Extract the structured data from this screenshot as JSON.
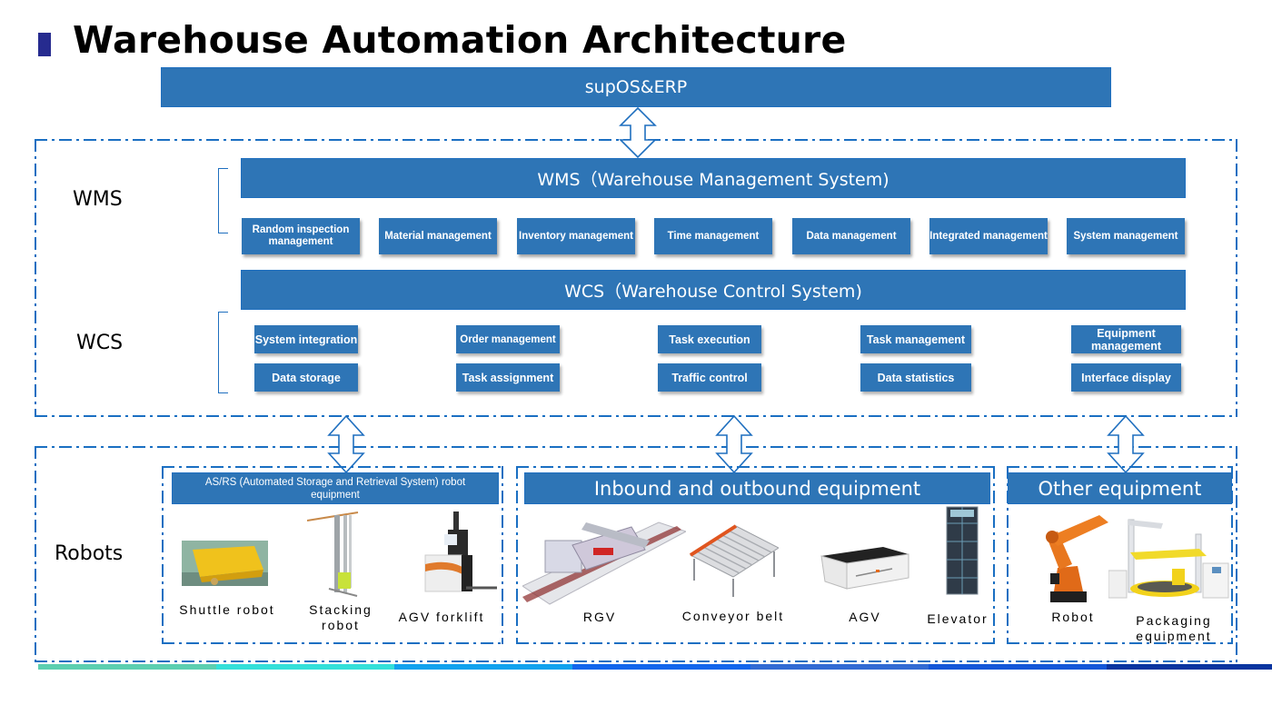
{
  "title": "Warehouse Automation Architecture",
  "top_bar": "supOS&ERP",
  "wms": {
    "side_label": "WMS",
    "bar": "WMS（Warehouse Management System)",
    "modules": [
      "Random inspection management",
      "Material management",
      "Inventory management",
      "Time management",
      "Data management",
      "Integrated management",
      "System management"
    ]
  },
  "wcs": {
    "side_label": "WCS",
    "bar": "WCS（Warehouse Control System)",
    "columns": [
      {
        "top": "System integration",
        "bottom": "Data storage"
      },
      {
        "top": "Order management",
        "bottom": "Task assignment"
      },
      {
        "top": "Task execution",
        "bottom": "Traffic control"
      },
      {
        "top": "Task management",
        "bottom": "Data statistics"
      },
      {
        "top": "Equipment management",
        "bottom": "Interface display"
      }
    ]
  },
  "robots": {
    "side_label": "Robots",
    "groups": [
      {
        "header": "AS/RS (Automated Storage and Retrieval System) robot equipment",
        "items": [
          "Shuttle robot",
          "Stacking robot",
          "AGV forklift"
        ]
      },
      {
        "header": "Inbound and outbound equipment",
        "items": [
          "RGV",
          "Conveyor belt",
          "AGV",
          "Elevator"
        ]
      },
      {
        "header": "Other equipment",
        "items": [
          "Robot",
          "Packaging equipment"
        ]
      }
    ]
  },
  "colors": {
    "box_blue": "#2e75b6",
    "dash_blue": "#1a6fc2",
    "title_mark": "#262b8f",
    "footer": [
      "#5ccfb0",
      "#34e0d9",
      "#11a2ee",
      "#1266ec",
      "#326bd3",
      "#1457d8",
      "#0a35a0"
    ]
  }
}
